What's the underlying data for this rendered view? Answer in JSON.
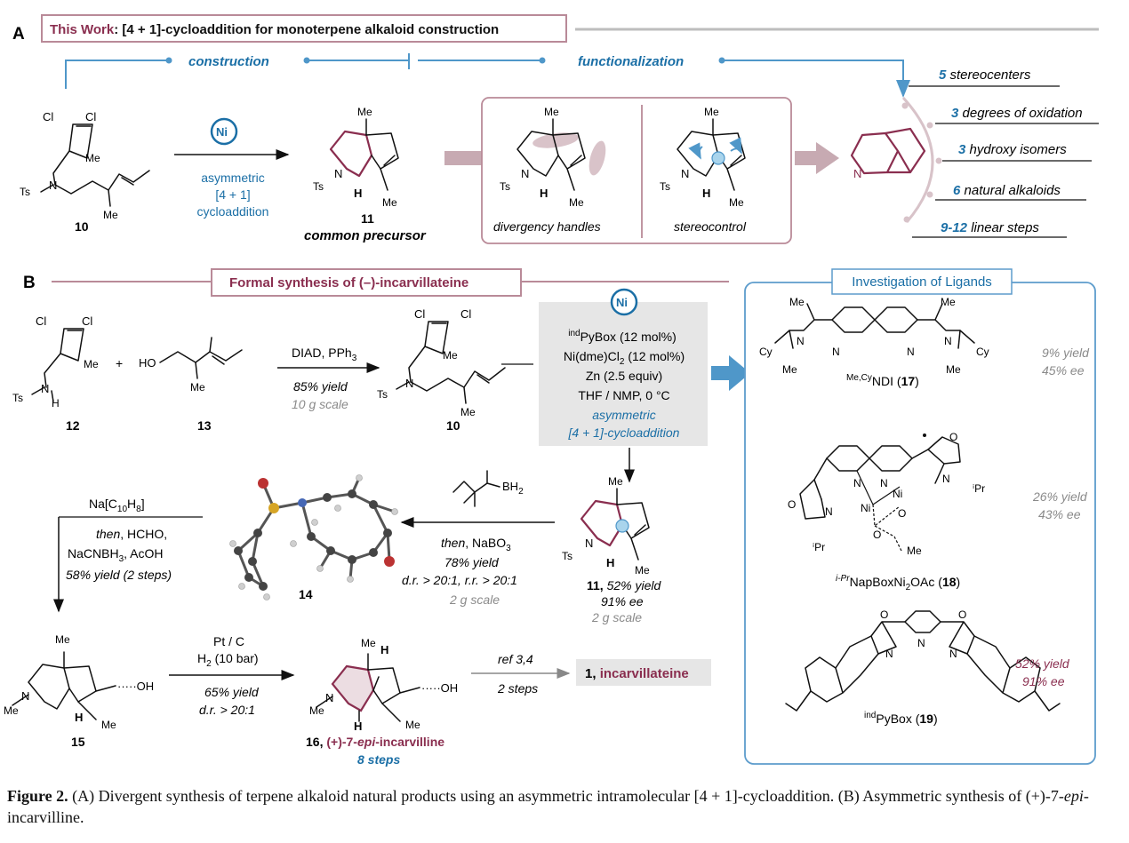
{
  "panel_a": {
    "letter": "A",
    "title_prefix": "This Work",
    "title_rest": ": [4 + 1]-cycloaddition for monoterpene alkaloid construction",
    "construction": "construction",
    "functionalization": "functionalization",
    "reagent_lines": [
      "asymmetric",
      "[4 + 1]",
      "cycloaddition"
    ],
    "cmpd10": "10",
    "cmpd11": "11",
    "common_precursor": "common precursor",
    "divergency_handles": "divergency handles",
    "stereocontrol": "stereocontrol",
    "stats": [
      {
        "num": "5",
        "text": " stereocenters"
      },
      {
        "num": "3",
        "text": " degrees of oxidation"
      },
      {
        "num": "3",
        "text": " hydroxy isomers"
      },
      {
        "num": "6",
        "text": " natural alkaloids"
      },
      {
        "num": "9-12",
        "text": " linear steps"
      }
    ]
  },
  "panel_b": {
    "letter": "B",
    "title": "Formal synthesis of (–)-incarvillateine",
    "step1_reagents": "DIAD, PPh",
    "step1_reagents_sub": "3",
    "step1_yield": "85% yield",
    "step1_scale": "10 g scale",
    "cmpd12": "12",
    "cmpd13": "13",
    "cmpd10": "10",
    "cond_lines": [
      "PyBox (12 mol%)",
      "Ni(dme)Cl",
      "(12 mol%)",
      "Zn (2.5 equiv)",
      "THF / NMP, 0 °C"
    ],
    "cond_ind": "ind",
    "cond_sub2": "2",
    "cond_blue": [
      "asymmetric",
      "[4 + 1]-cycloaddition"
    ],
    "cmpd11_label": "11,",
    "cmpd11_yield": "52% yield",
    "cmpd11_ee": "91% ee",
    "cmpd11_scale": "2 g scale",
    "hydro_then": "then",
    "hydro_reagent": ", NaBO",
    "hydro_reagent_sub": "3",
    "hydro_yield": "78% yield",
    "hydro_dr": "d.r. > 20:1, r.r. > 20:1",
    "hydro_scale": "2 g scale",
    "borane": "BH",
    "borane_sub": "2",
    "cmpd14": "14",
    "na_reagent": "Na[C",
    "na_sub1": "10",
    "na_mid": "H",
    "na_sub2": "8",
    "na_end": "]",
    "na_then": "then",
    "na_hcho": ", HCHO,",
    "na_line3": "NaCNBH",
    "na_line3_sub": "3",
    "na_line3_end": ", AcOH",
    "na_yield": "58% yield (2 steps)",
    "cmpd15": "15",
    "pt_reagent": "Pt / C",
    "pt_h2": "H",
    "pt_h2_sub": "2",
    "pt_h2_end": " (10 bar)",
    "pt_yield": "65% yield",
    "pt_dr": "d.r. > 20:1",
    "cmpd16": "16,",
    "cmpd16_name": "(+)-7-",
    "cmpd16_epi": "epi",
    "cmpd16_end": "-incarvilline",
    "cmpd16_steps": "8 steps",
    "ref_text": "ref 3,4",
    "ref_steps": "2 steps",
    "final_num": "1,",
    "final_name": "incarvillateine"
  },
  "ligands": {
    "title": "Investigation of Ligands",
    "items": [
      {
        "sup": "Me,Cy",
        "name": "NDI (",
        "num": "17",
        "close": ")",
        "yield": "9% yield",
        "ee": "45% ee"
      },
      {
        "sup": "i-Pr",
        "name": "NapBoxNi",
        "sub": "2",
        "name2": "OAc (",
        "num": "18",
        "close": ")",
        "yield": "26% yield",
        "ee": "43% ee"
      },
      {
        "sup": "ind",
        "name": "PyBox (",
        "num": "19",
        "close": ")",
        "yield": "52% yield",
        "ee": "91% ee"
      }
    ]
  },
  "caption": {
    "label": "Figure 2.",
    "text1": " (A) Divergent synthesis of terpene alkaloid natural products using an asymmetric intramolecular [4 + 1]-cycloaddition. (B) Asymmetric synthesis of (+)-7-",
    "epi": "epi",
    "text2": "-incarvilline."
  },
  "colors": {
    "accent_maroon": "#8a2e4f",
    "accent_blue": "#1b6fa6",
    "line_blue": "#4f97c9",
    "pink_box": "#b98a98",
    "gray_text": "#8a8a8a",
    "ligand_box": "#5d9ccc"
  }
}
